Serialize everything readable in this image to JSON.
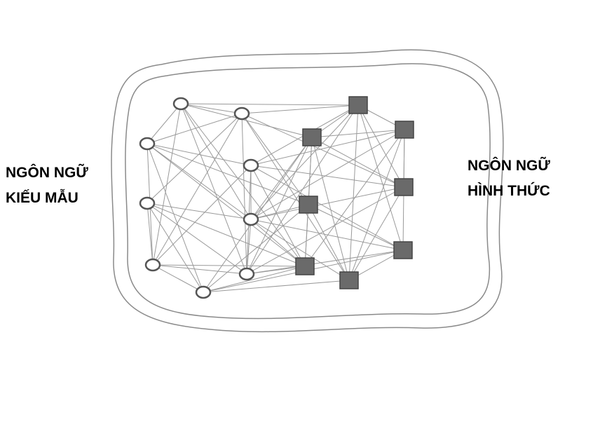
{
  "left_label": {
    "line1": "NGÔN NGỮ",
    "line2": "KIẾU MẪU"
  },
  "right_label": {
    "line1": "NGÔN NGỮ",
    "line2": "HÌNH THỨC"
  },
  "colors": {
    "ink": "#555555",
    "edge": "#9a9a9a",
    "boundary": "#8a8a8a"
  }
}
